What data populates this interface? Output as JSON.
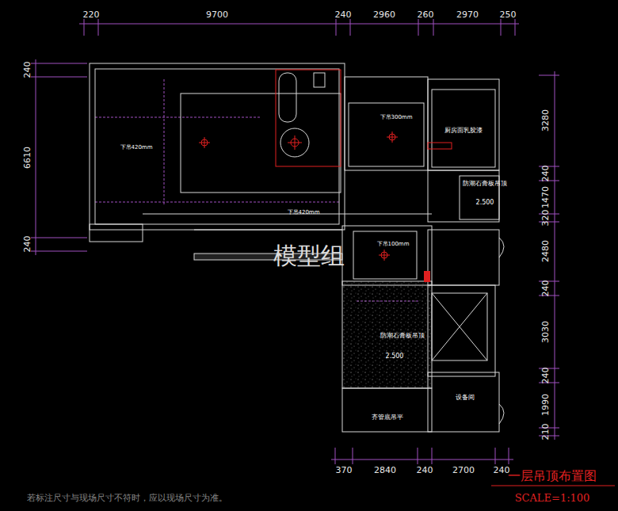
{
  "diagram": {
    "title": "一层吊顶布置图",
    "labels": [
      "SCALE=1:100",
      "若标注尺寸与现场尺寸不符时，应以现场尺寸为准。",
      "模型组",
      "220",
      "9700",
      "240",
      "2960",
      "260",
      "2970",
      "250",
      "240",
      "6610",
      "240",
      "3280",
      "240",
      "1470",
      "320",
      "2480",
      "240",
      "3030",
      "240",
      "1990",
      "210",
      "370",
      "2840",
      "240",
      "2700",
      "240",
      "下吊420mm",
      "下吊420mm",
      "下吊300mm",
      "下吊100mm",
      "厨房面乳胶漆",
      "防潮石膏板吊顶",
      "2.500",
      "防潮石膏板吊顶",
      "2.500",
      "设备间",
      "齐管底吊平"
    ]
  }
}
